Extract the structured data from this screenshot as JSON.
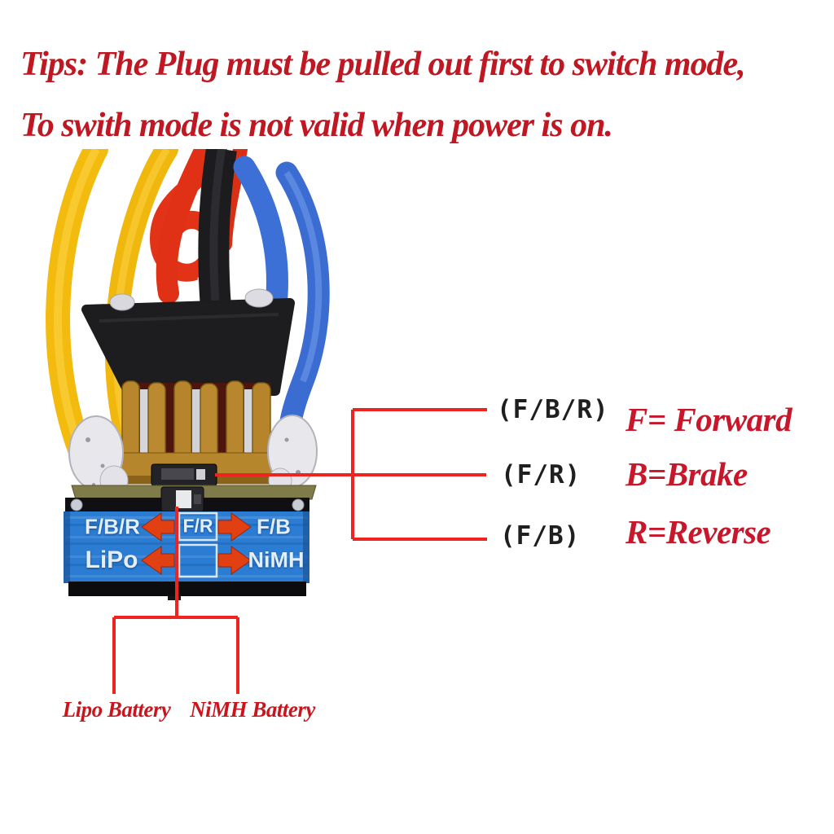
{
  "tips": {
    "line1": "Tips: The Plug must be pulled out first to switch mode,",
    "line2": "To swith mode is not valid when power is on."
  },
  "mode_callouts": [
    {
      "label": "(F/B/R)",
      "meaning": "F= Forward"
    },
    {
      "label": "(F/R)",
      "meaning": "B=Brake"
    },
    {
      "label": "(F/B)",
      "meaning": "R=Reverse"
    }
  ],
  "switch_panel": {
    "row1": {
      "left": "F/B/R",
      "center": "F/R",
      "right": "F/B"
    },
    "row2": {
      "left": "LiPo",
      "center": "",
      "right": "NiMH"
    }
  },
  "battery_callouts": {
    "left": "Lipo Battery",
    "right": "NiMH Battery"
  },
  "icons": {
    "row1_left": "left-arrow",
    "row1_right": "right-arrow",
    "row2_left": "left-arrow",
    "row2_right": "right-arrow"
  },
  "colors": {
    "tips_text": "#c01822",
    "legend_text": "#c8162a",
    "option_label_text": "#1f1f1f",
    "battery_label_text": "#c8161e",
    "callout_line": "#ee2420",
    "case_blue": "#2b7cd3",
    "panel_arrow": "#e14012",
    "panel_text": "#e3eefb",
    "heatsink_gold": "#b8872d",
    "wire_yellow": "#f2bb0e",
    "wire_red": "#e23318",
    "wire_black": "#1c1c1e",
    "wire_blue": "#3c70d6"
  }
}
